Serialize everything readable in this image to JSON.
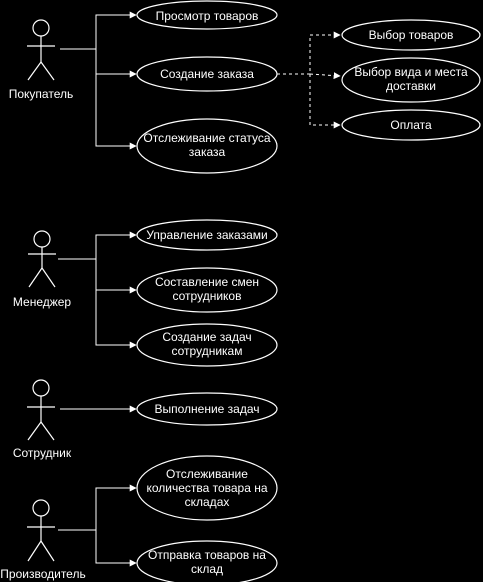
{
  "colors": {
    "background": "#000000",
    "stroke": "#ffffff",
    "ellipse_fill": "#000000",
    "text": "#ffffff"
  },
  "actors": [
    {
      "id": "buyer",
      "label": "Покупатель"
    },
    {
      "id": "manager",
      "label": "Менеджер"
    },
    {
      "id": "employee",
      "label": "Сотрудник"
    },
    {
      "id": "producer",
      "label": "Производитель"
    }
  ],
  "use_cases": [
    {
      "id": "browse",
      "lines": [
        "Просмотр товаров"
      ]
    },
    {
      "id": "create_order",
      "lines": [
        "Создание заказа"
      ]
    },
    {
      "id": "track_order",
      "lines": [
        "Отслеживание статуса",
        "заказа"
      ]
    },
    {
      "id": "choose_goods",
      "lines": [
        "Выбор товаров"
      ]
    },
    {
      "id": "choose_delivery",
      "lines": [
        "Выбор вида и места",
        "доставки"
      ]
    },
    {
      "id": "payment",
      "lines": [
        "Оплата"
      ]
    },
    {
      "id": "manage_orders",
      "lines": [
        "Управление заказами"
      ]
    },
    {
      "id": "shifts",
      "lines": [
        "Составление смен",
        "сотрудников"
      ]
    },
    {
      "id": "tasks_create",
      "lines": [
        "Создание задач",
        "сотрудникам"
      ]
    },
    {
      "id": "tasks_do",
      "lines": [
        "Выполнение задач"
      ]
    },
    {
      "id": "stock_track",
      "lines": [
        "Отслеживание",
        "количества товара на",
        "складах"
      ]
    },
    {
      "id": "ship_goods",
      "lines": [
        "Отправка товаров на",
        "склад"
      ]
    }
  ]
}
